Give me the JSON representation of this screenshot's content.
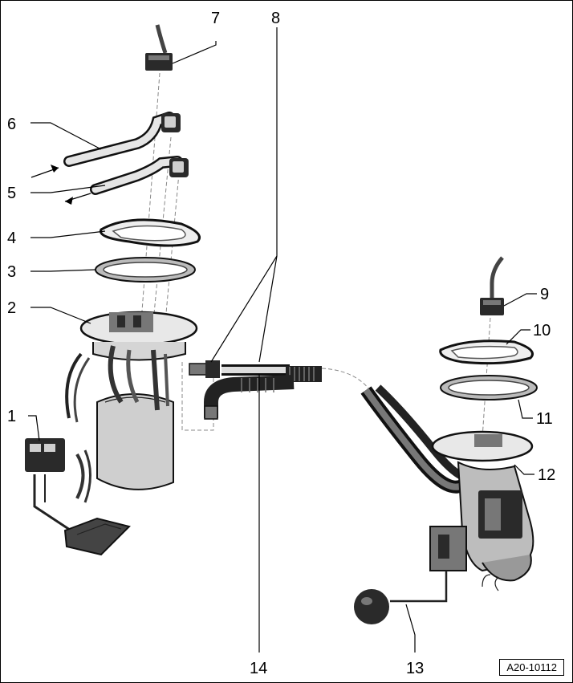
{
  "callouts": [
    {
      "id": "1",
      "label": "1"
    },
    {
      "id": "2",
      "label": "2"
    },
    {
      "id": "3",
      "label": "3"
    },
    {
      "id": "4",
      "label": "4"
    },
    {
      "id": "5",
      "label": "5"
    },
    {
      "id": "6",
      "label": "6"
    },
    {
      "id": "7",
      "label": "7"
    },
    {
      "id": "8",
      "label": "8"
    },
    {
      "id": "9",
      "label": "9"
    },
    {
      "id": "10",
      "label": "10"
    },
    {
      "id": "11",
      "label": "11"
    },
    {
      "id": "12",
      "label": "12"
    },
    {
      "id": "13",
      "label": "13"
    },
    {
      "id": "14",
      "label": "14"
    }
  ],
  "reference_code": "A20-10112"
}
